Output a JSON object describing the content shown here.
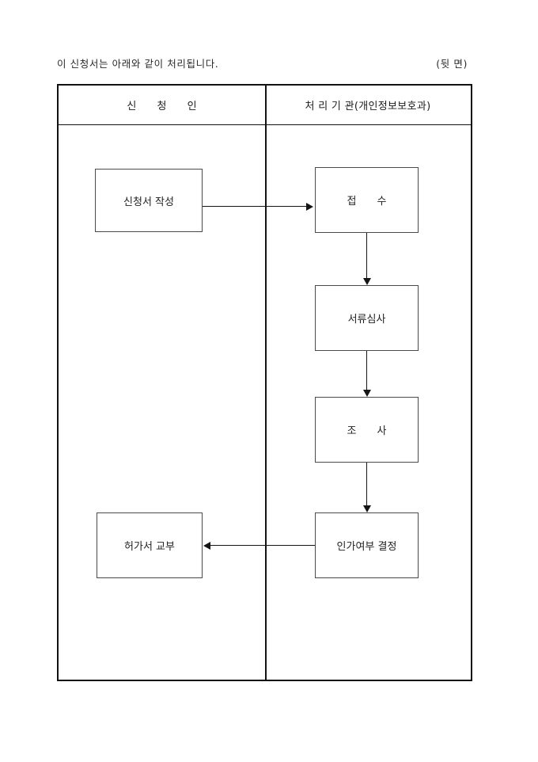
{
  "document": {
    "header_note": "이 신청서는 아래와 같이 처리됩니다.",
    "page_marker": "(뒷 면)"
  },
  "table": {
    "columns": [
      {
        "id": "applicant",
        "label": "신 청 인"
      },
      {
        "id": "processing-agency",
        "label": "처 리 기 관(개인정보보호과)"
      }
    ]
  },
  "flow": {
    "nodes": [
      {
        "id": "apply",
        "label": "신청서 작성",
        "column": "applicant"
      },
      {
        "id": "receive",
        "label": "접    수",
        "column": "processing-agency"
      },
      {
        "id": "review",
        "label": "서류심사",
        "column": "processing-agency"
      },
      {
        "id": "survey",
        "label": "조    사",
        "column": "processing-agency"
      },
      {
        "id": "decide",
        "label": "인가여부 결정",
        "column": "processing-agency"
      },
      {
        "id": "issue",
        "label": "허가서 교부",
        "column": "applicant"
      }
    ],
    "edges": [
      {
        "from": "apply",
        "to": "receive",
        "direction": "right"
      },
      {
        "from": "receive",
        "to": "review",
        "direction": "down"
      },
      {
        "from": "review",
        "to": "survey",
        "direction": "down"
      },
      {
        "from": "survey",
        "to": "decide",
        "direction": "down"
      },
      {
        "from": "decide",
        "to": "issue",
        "direction": "left"
      }
    ]
  },
  "colors": {
    "page_background": "#ffffff",
    "frame_border": "#121212",
    "node_border": "#4a4a4a",
    "text": "#1f1f1f",
    "connector": "#151515"
  }
}
